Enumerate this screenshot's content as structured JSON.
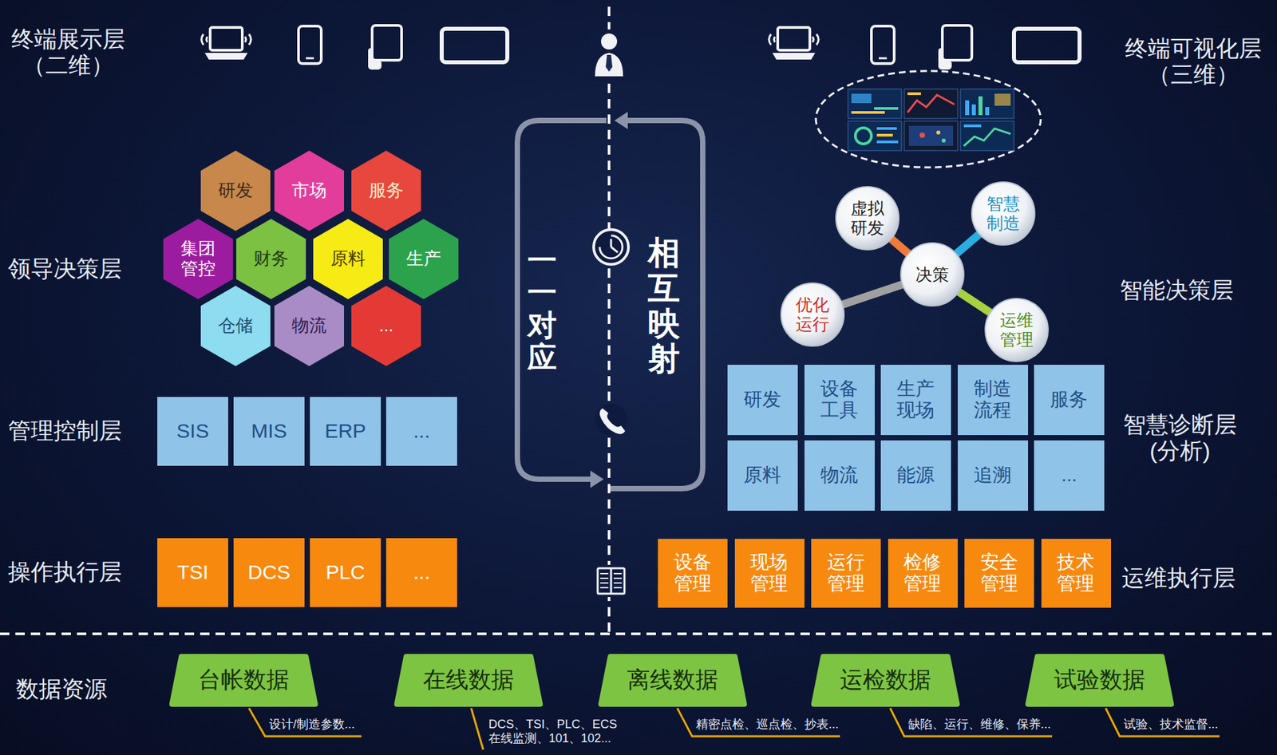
{
  "diagram": {
    "nodes": [
      {
        "text": [
          "研发"
        ]
      },
      {
        "text": [
          "市场"
        ]
      },
      {
        "text": [
          "服务"
        ]
      },
      {
        "text": [
          "集团管控"
        ]
      },
      {
        "text": [
          "财务"
        ]
      },
      {
        "text": [
          "原料"
        ]
      },
      {
        "text": [
          "生产"
        ]
      },
      {
        "text": [
          "仓储"
        ]
      },
      {
        "text": [
          "物流"
        ]
      },
      {
        "text": [
          "..."
        ]
      },
      {
        "text": [
          "SIS"
        ]
      },
      {
        "text": [
          "MIS"
        ]
      },
      {
        "text": [
          "ERP"
        ]
      },
      {
        "text": [
          "..."
        ]
      },
      {
        "text": [
          "TSI"
        ]
      },
      {
        "text": [
          "DCS"
        ]
      },
      {
        "text": [
          "PLC"
        ]
      },
      {
        "text": [
          "..."
        ]
      },
      {
        "text": [
          "虚拟研发"
        ]
      },
      {
        "text": [
          "智慧制造"
        ]
      },
      {
        "text": [
          "决策"
        ]
      },
      {
        "text": [
          "优化运行"
        ]
      },
      {
        "text": [
          "运维管理"
        ]
      },
      {
        "text": [
          "研发"
        ]
      },
      {
        "text": [
          "设备工具"
        ]
      },
      {
        "text": [
          "生产现场"
        ]
      },
      {
        "text": [
          "制造流程"
        ]
      },
      {
        "text": [
          "服务"
        ]
      },
      {
        "text": [
          "原料"
        ]
      },
      {
        "text": [
          "物流"
        ]
      },
      {
        "text": [
          "能源"
        ]
      },
      {
        "text": [
          "追溯"
        ]
      },
      {
        "text": [
          "..."
        ]
      },
      {
        "text": [
          "设备管理"
        ]
      },
      {
        "text": [
          "现场管理"
        ]
      },
      {
        "text": [
          "运行管理"
        ]
      },
      {
        "text": [
          "检修管理"
        ]
      },
      {
        "text": [
          "安全管理"
        ]
      },
      {
        "text": [
          "技术管理"
        ]
      },
      {
        "text": [
          "台帐数据"
        ]
      },
      {
        "text": [
          "在线数据"
        ]
      },
      {
        "text": [
          "离线数据"
        ]
      },
      {
        "text": [
          "运检数据"
        ]
      },
      {
        "text": [
          "试验数据"
        ]
      }
    ],
    "edges": [
      {
        "from": 20,
        "to": 18,
        "arrow": "none"
      },
      {
        "from": 20,
        "to": 19,
        "arrow": "none"
      },
      {
        "from": 20,
        "to": 21,
        "arrow": "none"
      },
      {
        "from": 20,
        "to": 22,
        "arrow": "none"
      }
    ],
    "labels": [
      "终端展示层 （二维）",
      "领导决策层",
      "管理控制层",
      "操作执行层",
      "数据资源",
      "一一对应",
      "相互映射",
      "终端可视化层 （三维）",
      "智能决策层",
      "智慧诊断层 (分析)",
      "运维执行层",
      "设计/制造参数...",
      "DCS、TSI、PLC、ECS 在线监测、101、102...",
      "精密点检、巡点检、抄表...",
      "缺陷、运行、维修、保养...",
      "试验、技术监督..."
    ]
  }
}
